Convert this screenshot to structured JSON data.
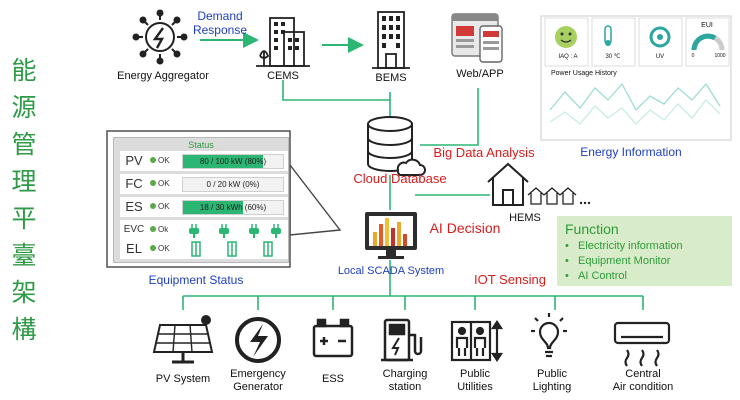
{
  "title_chars": [
    "能",
    "源",
    "管",
    "理",
    "平",
    "臺",
    "架",
    "構"
  ],
  "top": {
    "aggregator": "Energy Aggregator",
    "demand_response_line1": "Demand",
    "demand_response_line2": "Response",
    "cems": "CEMS",
    "bems": "BEMS",
    "webapp": "Web/APP"
  },
  "energy_info": {
    "label": "Energy Information",
    "iaq": "IAQ : A",
    "temp": "30 ℃",
    "uv": "UV",
    "eui": "EUI",
    "eui_min": "0",
    "eui_max": "1000",
    "history_title": "Power Usage History"
  },
  "center": {
    "big_data": "Big Data Analysis",
    "cloud_db": "Cloud Database",
    "ai_decision": "AI Decision",
    "hems": "HEMS",
    "scada": "Local SCADA System",
    "iot": "IOT Sensing"
  },
  "status_panel": {
    "title": "Status",
    "caption": "Equipment Status",
    "rows": [
      {
        "label": "PV",
        "status": "OK",
        "text": "80 / 100 kW (80%)",
        "level": 0.8
      },
      {
        "label": "FC",
        "status": "OK",
        "text": "0 / 20 kW (0%)",
        "level": 0.0
      },
      {
        "label": "ES",
        "status": "OK",
        "text": "18 / 30 kWh (60%)",
        "level": 0.6
      },
      {
        "label": "EVC",
        "status": "Ok"
      },
      {
        "label": "EL",
        "status": "OK"
      }
    ]
  },
  "function": {
    "title": "Function",
    "items": [
      "Electricity information",
      "Equipment Monitor",
      "AI Control"
    ]
  },
  "devices": [
    {
      "line1": "PV System",
      "line2": ""
    },
    {
      "line1": "Emergency",
      "line2": "Generator"
    },
    {
      "line1": "ESS",
      "line2": ""
    },
    {
      "line1": "Charging",
      "line2": "station"
    },
    {
      "line1": "Public",
      "line2": "Utilities"
    },
    {
      "line1": "Public",
      "line2": "Lighting"
    },
    {
      "line1": "Central",
      "line2": "Air condition"
    }
  ],
  "colors": {
    "title_green": "#2f9a47",
    "blue": "#1f3fbf",
    "red": "#d81c1c",
    "arrow_green": "#2bb673",
    "bar_green": "#2bb673",
    "function_bg": "#d8ecc9"
  }
}
